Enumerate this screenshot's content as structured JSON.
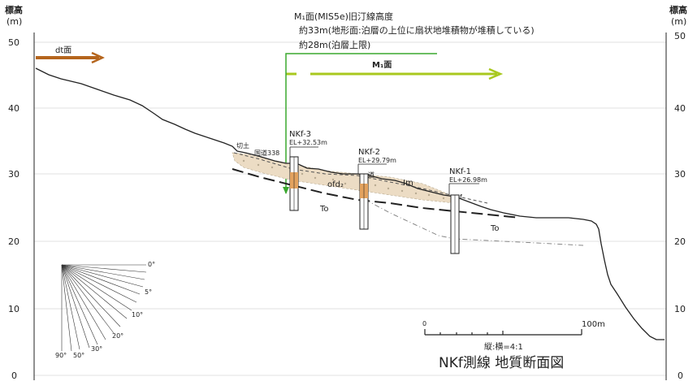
{
  "axis": {
    "y_label_left": "標高",
    "y_unit_left": "(m)",
    "y_label_right": "標高",
    "y_unit_right": "(m)",
    "ticks": [
      "50",
      "40",
      "30",
      "20",
      "10",
      "0"
    ]
  },
  "terraces": {
    "dt": "dt面",
    "m1": "M₁面"
  },
  "annotation": {
    "line1": "M₁面(MIS5e)旧汀線高度",
    "line2": "約33m(地形面:泊層の上位に扇状地堆積物が堆積している)",
    "line3": "約28m(泊層上限)"
  },
  "labels": {
    "cut_fill": "切土",
    "road": "国道338",
    "ofd": "ofd₂",
    "im": "Im",
    "to_left": "To",
    "to_right": "To",
    "road2": "道",
    "f": "f"
  },
  "boreholes": [
    {
      "name": "NKf-3",
      "elev": "EL+32.53m"
    },
    {
      "name": "NKf-2",
      "elev": "EL+29.79m"
    },
    {
      "name": "NKf-1",
      "elev": "EL+26.98m"
    }
  ],
  "dip_scale": {
    "labels": [
      "0°",
      "5°",
      "10°",
      "20°",
      "30°",
      "50°",
      "90°"
    ]
  },
  "scale_bar": {
    "start": "0",
    "end": "100m",
    "ratio": "縦:横=4:1"
  },
  "title": "NKf測線 地質断面図",
  "colors": {
    "dt_arrow": "#b5651d",
    "m1_arrow": "#a8c81e",
    "annotation_line": "#3aa82e",
    "ofd_fill": "#ecdcc4",
    "core_fill": "#e3a25e"
  }
}
